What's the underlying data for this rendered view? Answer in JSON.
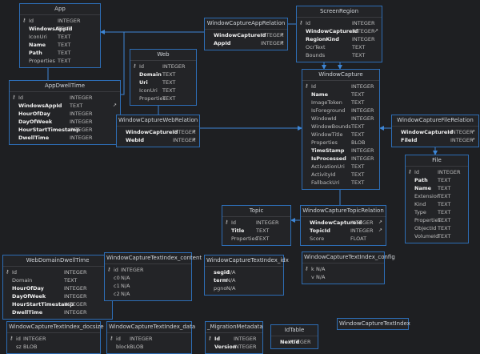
{
  "tables": [
    {
      "id": "app",
      "name": "App",
      "columns": [
        {
          "n": "Id",
          "t": "INTEGER",
          "pk": true
        },
        {
          "n": "WindowsAppId",
          "t": "TEXT",
          "b": true
        },
        {
          "n": "IconUri",
          "t": "TEXT"
        },
        {
          "n": "Name",
          "t": "TEXT",
          "b": true
        },
        {
          "n": "Path",
          "t": "TEXT",
          "b": true
        },
        {
          "n": "Properties",
          "t": "TEXT"
        }
      ]
    },
    {
      "id": "appdwelltime",
      "name": "AppDwellTime",
      "columns": [
        {
          "n": "Id",
          "t": "INTEGER",
          "pk": true
        },
        {
          "n": "WindowsAppId",
          "t": "TEXT",
          "b": true,
          "fk": true
        },
        {
          "n": "HourOfDay",
          "t": "INTEGER",
          "b": true
        },
        {
          "n": "DayOfWeek",
          "t": "INTEGER",
          "b": true
        },
        {
          "n": "HourStartTimestamp",
          "t": "INTEGER",
          "b": true
        },
        {
          "n": "DwellTime",
          "t": "INTEGER",
          "b": true
        }
      ]
    },
    {
      "id": "web",
      "name": "Web",
      "columns": [
        {
          "n": "Id",
          "t": "INTEGER",
          "pk": true
        },
        {
          "n": "Domain",
          "t": "TEXT",
          "b": true
        },
        {
          "n": "Uri",
          "t": "TEXT",
          "b": true
        },
        {
          "n": "IconUri",
          "t": "TEXT"
        },
        {
          "n": "Properties",
          "t": "TEXT"
        }
      ]
    },
    {
      "id": "wcapprel",
      "name": "WindowCaptureAppRelation",
      "columns": [
        {
          "n": "WindowCaptureId",
          "t": "INTEGER",
          "b": true,
          "fk": true
        },
        {
          "n": "AppId",
          "t": "INTEGER",
          "b": true,
          "fk": true
        }
      ]
    },
    {
      "id": "screenregion",
      "name": "ScreenRegion",
      "columns": [
        {
          "n": "Id",
          "t": "INTEGER",
          "pk": true
        },
        {
          "n": "WindowCaptureId",
          "t": "INTEGER",
          "b": true,
          "fk": true
        },
        {
          "n": "RegionKind",
          "t": "INTEGER",
          "b": true
        },
        {
          "n": "OcrText",
          "t": "TEXT"
        },
        {
          "n": "Bounds",
          "t": "TEXT"
        }
      ]
    },
    {
      "id": "windowcapture",
      "name": "WindowCapture",
      "columns": [
        {
          "n": "Id",
          "t": "INTEGER",
          "pk": true
        },
        {
          "n": "Name",
          "t": "TEXT",
          "b": true
        },
        {
          "n": "ImageToken",
          "t": "TEXT"
        },
        {
          "n": "IsForeground",
          "t": "INTEGER"
        },
        {
          "n": "WindowId",
          "t": "INTEGER"
        },
        {
          "n": "WindowBounds",
          "t": "TEXT"
        },
        {
          "n": "WindowTitle",
          "t": "TEXT"
        },
        {
          "n": "Properties",
          "t": "BLOB"
        },
        {
          "n": "TimeStamp",
          "t": "INTEGER",
          "b": true
        },
        {
          "n": "IsProcessed",
          "t": "INTEGER",
          "b": true
        },
        {
          "n": "ActivationUri",
          "t": "TEXT"
        },
        {
          "n": "ActivityId",
          "t": "TEXT"
        },
        {
          "n": "FallbackUri",
          "t": "TEXT"
        }
      ]
    },
    {
      "id": "wcwebrel",
      "name": "WindowCaptureWebRelation",
      "columns": [
        {
          "n": "WindowCaptureId",
          "t": "INTEGER",
          "b": true,
          "fk": true
        },
        {
          "n": "WebId",
          "t": "INTEGER",
          "b": true,
          "fk": true
        }
      ]
    },
    {
      "id": "wcfilerel",
      "name": "WindowCaptureFileRelation",
      "columns": [
        {
          "n": "WindowCaptureId",
          "t": "INTEGER",
          "b": true,
          "fk": true
        },
        {
          "n": "FileId",
          "t": "INTEGER",
          "b": true,
          "fk": true
        }
      ]
    },
    {
      "id": "file",
      "name": "File",
      "columns": [
        {
          "n": "Id",
          "t": "INTEGER",
          "pk": true
        },
        {
          "n": "Path",
          "t": "TEXT",
          "b": true
        },
        {
          "n": "Name",
          "t": "TEXT",
          "b": true
        },
        {
          "n": "Extension",
          "t": "TEXT"
        },
        {
          "n": "Kind",
          "t": "TEXT"
        },
        {
          "n": "Type",
          "t": "TEXT"
        },
        {
          "n": "Properties",
          "t": "TEXT"
        },
        {
          "n": "ObjectId",
          "t": "TEXT"
        },
        {
          "n": "VolumeId",
          "t": "TEXT"
        }
      ]
    },
    {
      "id": "topic",
      "name": "Topic",
      "columns": [
        {
          "n": "Id",
          "t": "INTEGER",
          "pk": true
        },
        {
          "n": "Title",
          "t": "TEXT",
          "b": true
        },
        {
          "n": "Properties",
          "t": "TEXT"
        }
      ]
    },
    {
      "id": "wctopicrel",
      "name": "WindowCaptureTopicRelation",
      "columns": [
        {
          "n": "WindowCaptureId",
          "t": "INTEGER",
          "b": true,
          "fk": true
        },
        {
          "n": "TopicId",
          "t": "INTEGER",
          "b": true,
          "fk": true
        },
        {
          "n": "Score",
          "t": "FLOAT"
        }
      ]
    },
    {
      "id": "webdomaindwell",
      "name": "WebDomainDwellTime",
      "columns": [
        {
          "n": "Id",
          "t": "INTEGER",
          "pk": true
        },
        {
          "n": "Domain",
          "t": "TEXT"
        },
        {
          "n": "HourOfDay",
          "t": "INTEGER",
          "b": true
        },
        {
          "n": "DayOfWeek",
          "t": "INTEGER",
          "b": true
        },
        {
          "n": "HourStartTimestamp",
          "t": "INTEGER",
          "b": true
        },
        {
          "n": "DwellTime",
          "t": "INTEGER",
          "b": true
        }
      ]
    },
    {
      "id": "ti_content",
      "name": "WindowCaptureTextIndex_content",
      "columns": [
        {
          "n": "id",
          "t": "INTEGER",
          "pk": true
        },
        {
          "n": "c0",
          "t": "N/A"
        },
        {
          "n": "c1",
          "t": "N/A"
        },
        {
          "n": "c2",
          "t": "N/A"
        }
      ]
    },
    {
      "id": "ti_idx",
      "name": "WindowCaptureTextIndex_idx",
      "columns": [
        {
          "n": "segid",
          "t": "N/A",
          "b": true
        },
        {
          "n": "term",
          "t": "N/A",
          "b": true
        },
        {
          "n": "pgno",
          "t": "N/A"
        }
      ]
    },
    {
      "id": "ti_config",
      "name": "WindowCaptureTextIndex_config",
      "columns": [
        {
          "n": "k",
          "t": "N/A",
          "pk": true
        },
        {
          "n": "v",
          "t": "N/A"
        }
      ]
    },
    {
      "id": "ti_docsize",
      "name": "WindowCaptureTextIndex_docsize",
      "columns": [
        {
          "n": "id",
          "t": "INTEGER",
          "pk": true
        },
        {
          "n": "sz",
          "t": "BLOB"
        }
      ]
    },
    {
      "id": "ti_data",
      "name": "WindowCaptureTextIndex_data",
      "columns": [
        {
          "n": "id",
          "t": "INTEGER",
          "pk": true
        },
        {
          "n": "block",
          "t": "BLOB"
        }
      ]
    },
    {
      "id": "migration",
      "name": "_MigrationMetadata",
      "columns": [
        {
          "n": "Id",
          "t": "INTEGER",
          "pk": true,
          "b": true
        },
        {
          "n": "Version",
          "t": "INTEGER",
          "b": true
        }
      ]
    },
    {
      "id": "idtable",
      "name": "IdTable",
      "columns": [
        {
          "n": "NextId",
          "t": "INTEGER",
          "b": true
        }
      ]
    },
    {
      "id": "textindex",
      "name": "WindowCaptureTextIndex",
      "columns": []
    }
  ],
  "colors": {
    "border": "#2d6db5",
    "edge": "#3d86d6",
    "background": "#1e1f22",
    "panel": "#232427"
  },
  "icons": {
    "primary_key": "key-icon",
    "foreign_key": "link-arrow-icon"
  }
}
